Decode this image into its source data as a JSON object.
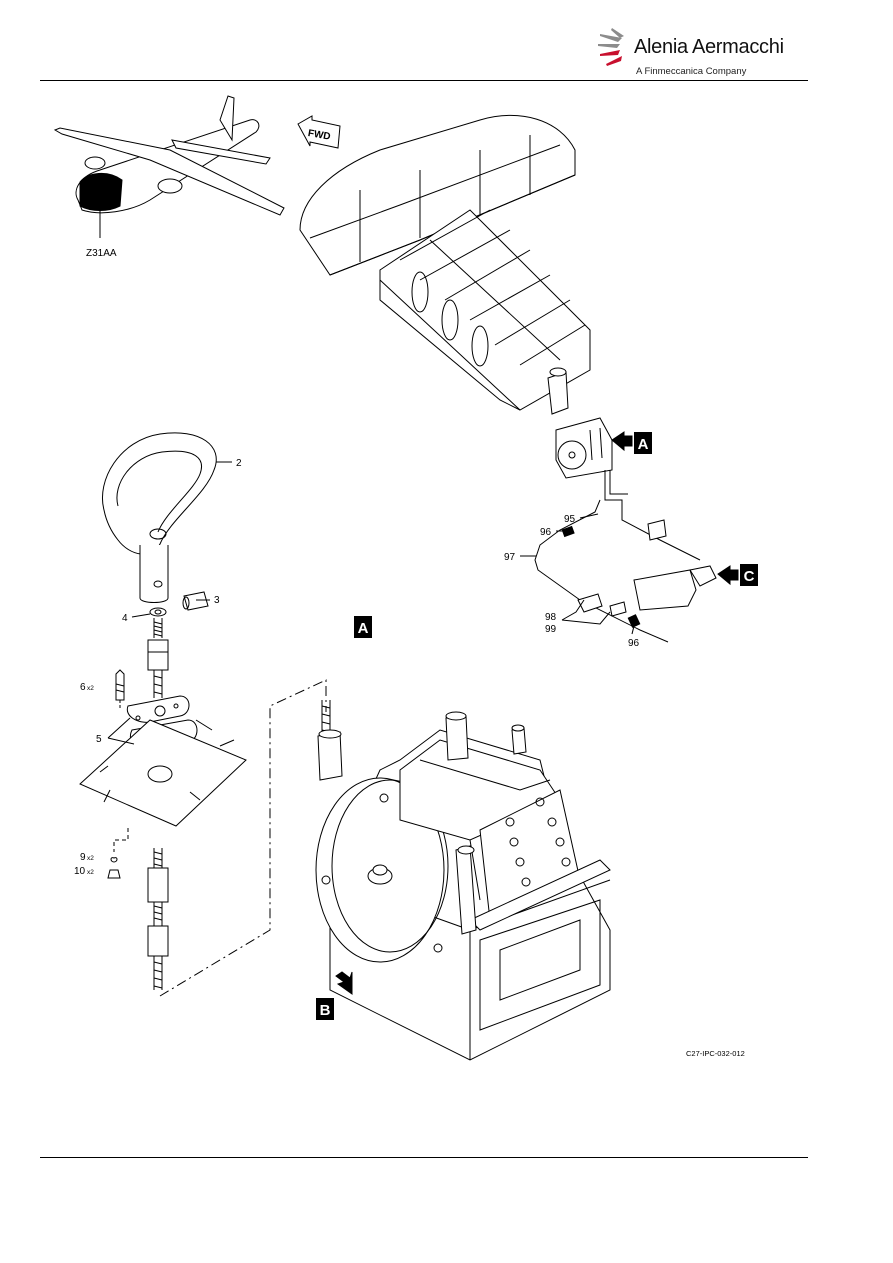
{
  "header": {
    "logo_name": "Alenia Aermacchi",
    "logo_subtitle": "A Finmeccanica Company",
    "logo_color_red": "#c8102e",
    "logo_color_gray": "#8c8c8c"
  },
  "figure": {
    "zone_label": "Z31AA",
    "fwd_label": "FWD",
    "view_a_label": "A",
    "view_b_label": "B",
    "view_c_label": "C",
    "reference": "C27-IPC-032-012"
  },
  "callouts": {
    "item_2": "2",
    "item_3": "3",
    "item_4": "4",
    "item_5": "5",
    "item_6": "6",
    "item_6_qty": "x2",
    "item_9": "9",
    "item_9_qty": "x2",
    "item_10": "10",
    "item_10_qty": "x2",
    "item_95": "95",
    "item_96_upper": "96",
    "item_96_lower": "96",
    "item_97": "97",
    "item_98": "98",
    "item_99": "99"
  }
}
